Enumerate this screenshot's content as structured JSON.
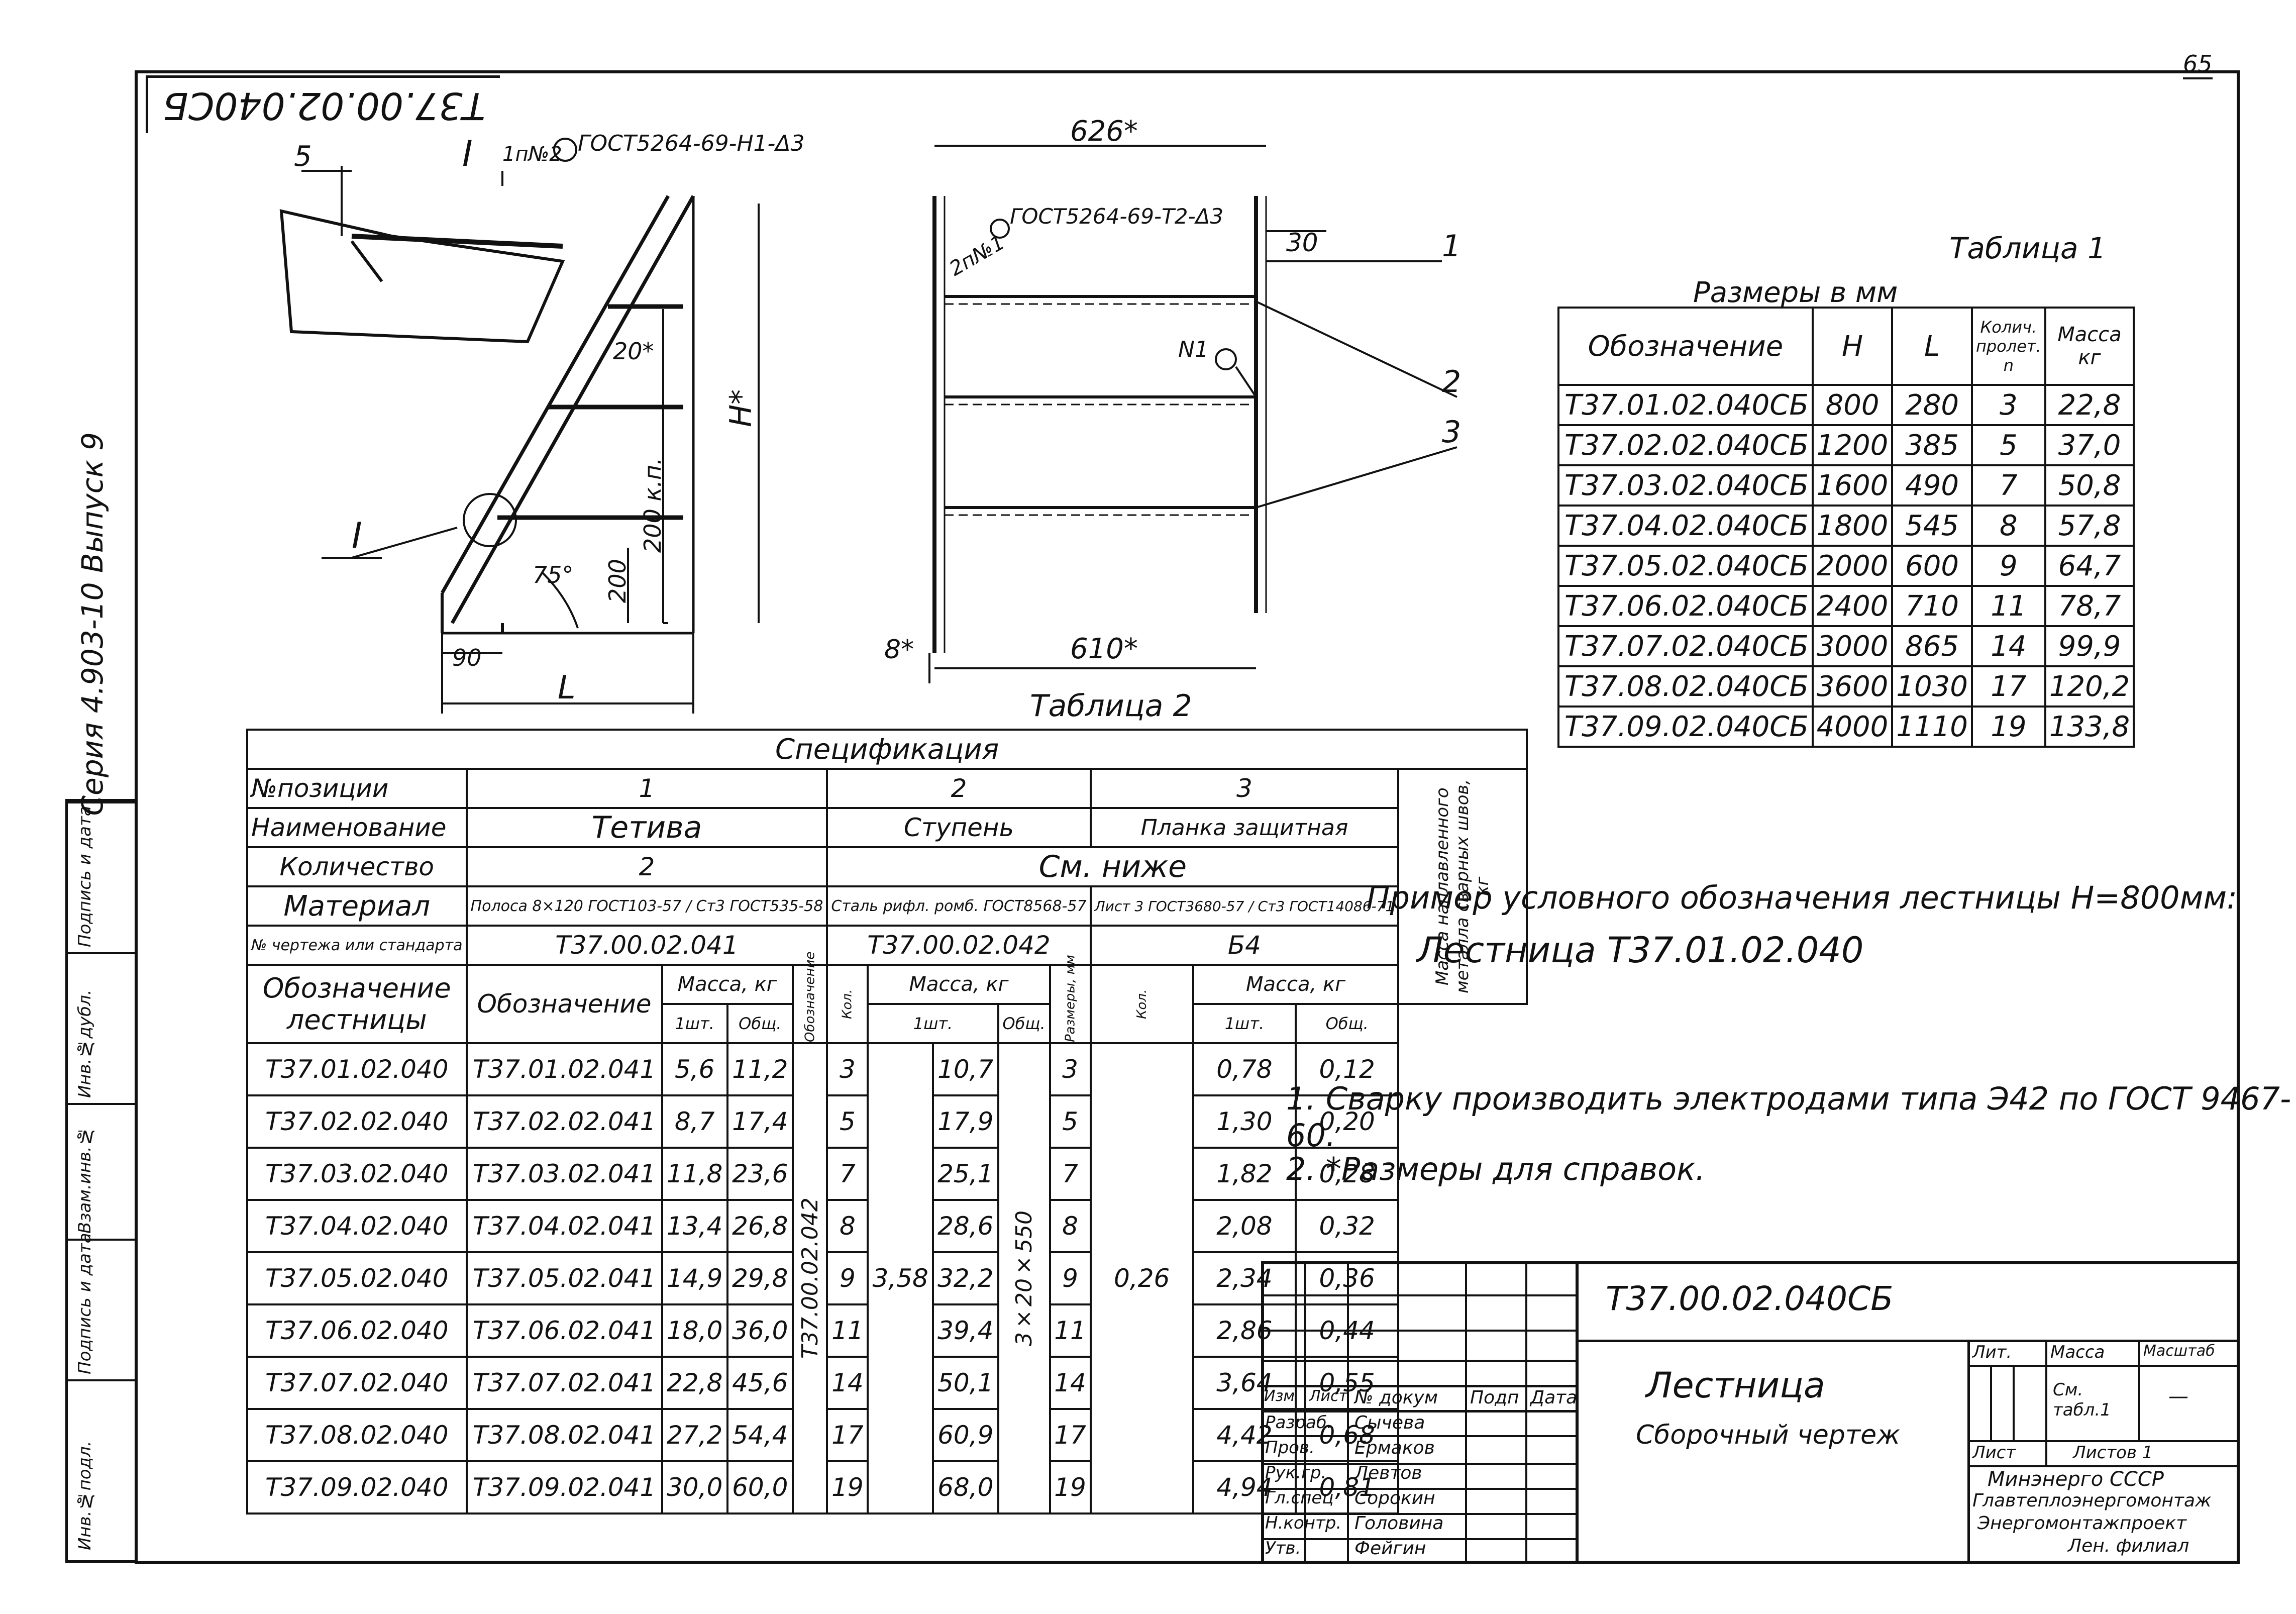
{
  "page_number": "65",
  "top_code": "Т37.00.02.040СБ",
  "series": "Серия 4.903-10 Выпуск 9",
  "left_strip": [
    "Инв.№подл.",
    "Подпись и дата",
    "Взам.инв.№",
    "Инв.№дубл.",
    "Подпись и дата"
  ],
  "drawing": {
    "dim_5": "5",
    "section_I": "I",
    "weld_top": "1п№2",
    "weld_std_top": "ГОСТ5264-69-Н1-Δ3",
    "angle_20": "20*",
    "dim_200_kp": "200 к.п.",
    "dim_H": "Н*",
    "angle_75": "75°",
    "dim_200": "200",
    "dim_90": "90",
    "dim_L": "L",
    "dim_626": "626*",
    "weld_front": "2п№1",
    "weld_std_front": "ГОСТ5264-69-Т2-Δ3",
    "dim_30": "30",
    "pos_N1": "N1",
    "callout_1": "1",
    "callout_2": "2",
    "callout_3": "3",
    "dim_8": "8*",
    "dim_610": "610*"
  },
  "table1": {
    "caption": "Таблица 1",
    "subcaption": "Размеры в мм",
    "headers": [
      "Обозначение",
      "Н",
      "L",
      "Колич. пролет. n",
      "Масса кг"
    ],
    "rows": [
      [
        "Т37.01.02.040СБ",
        "800",
        "280",
        "3",
        "22,8"
      ],
      [
        "Т37.02.02.040СБ",
        "1200",
        "385",
        "5",
        "37,0"
      ],
      [
        "Т37.03.02.040СБ",
        "1600",
        "490",
        "7",
        "50,8"
      ],
      [
        "Т37.04.02.040СБ",
        "1800",
        "545",
        "8",
        "57,8"
      ],
      [
        "Т37.05.02.040СБ",
        "2000",
        "600",
        "9",
        "64,7"
      ],
      [
        "Т37.06.02.040СБ",
        "2400",
        "710",
        "11",
        "78,7"
      ],
      [
        "Т37.07.02.040СБ",
        "3000",
        "865",
        "14",
        "99,9"
      ],
      [
        "Т37.08.02.040СБ",
        "3600",
        "1030",
        "17",
        "120,2"
      ],
      [
        "Т37.09.02.040СБ",
        "4000",
        "1110",
        "19",
        "133,8"
      ]
    ]
  },
  "table2": {
    "caption": "Таблица 2",
    "title": "Спецификация",
    "row_labels": [
      "№позиции",
      "Наименование",
      "Количество",
      "Материал",
      "№ чертежа или стандарта"
    ],
    "positions": [
      "1",
      "2",
      "3"
    ],
    "names": [
      "Тетива",
      "Ступень",
      "Планка защитная"
    ],
    "qty": [
      "2",
      "См. ниже"
    ],
    "material": [
      "Полоса 8×120 ГОСТ103-57 / Ст3 ГОСТ535-58",
      "Сталь рифл. ромб. ГОСТ8568-57",
      "Лист 3 ГОСТ3680-57 / Ст3 ГОСТ14086-71"
    ],
    "drawing_no": [
      "Т37.00.02.041",
      "Т37.00.02.042",
      "Б4"
    ],
    "weld_mass_header": "Масса наплавленного металла сварных швов, кг",
    "sub_headers": [
      "Обозначение лестницы",
      "Обозначение",
      "Масса, кг",
      "1шт.",
      "Общ.",
      "Обозначение",
      "Кол.",
      "Масса, кг",
      "1шт.",
      "Общ.",
      "Размеры, мм",
      "Кол.",
      "Масса, кг",
      "1шт.",
      "Общ."
    ],
    "merged_step_code": "Т37.00.02.042",
    "merged_step_mass": "3,58",
    "merged_plank_size": "3×20×550",
    "merged_plank_mass": "0,26",
    "rows": [
      [
        "Т37.01.02.040",
        "Т37.01.02.041",
        "5,6",
        "11,2",
        "3",
        "10,7",
        "3",
        "0,78",
        "0,12"
      ],
      [
        "Т37.02.02.040",
        "Т37.02.02.041",
        "8,7",
        "17,4",
        "5",
        "17,9",
        "5",
        "1,30",
        "0,20"
      ],
      [
        "Т37.03.02.040",
        "Т37.03.02.041",
        "11,8",
        "23,6",
        "7",
        "25,1",
        "7",
        "1,82",
        "0,28"
      ],
      [
        "Т37.04.02.040",
        "Т37.04.02.041",
        "13,4",
        "26,8",
        "8",
        "28,6",
        "8",
        "2,08",
        "0,32"
      ],
      [
        "Т37.05.02.040",
        "Т37.05.02.041",
        "14,9",
        "29,8",
        "9",
        "32,2",
        "9",
        "2,34",
        "0,36"
      ],
      [
        "Т37.06.02.040",
        "Т37.06.02.041",
        "18,0",
        "36,0",
        "11",
        "39,4",
        "11",
        "2,86",
        "0,44"
      ],
      [
        "Т37.07.02.040",
        "Т37.07.02.041",
        "22,8",
        "45,6",
        "14",
        "50,1",
        "14",
        "3,64",
        "0,55"
      ],
      [
        "Т37.08.02.040",
        "Т37.08.02.041",
        "27,2",
        "54,4",
        "17",
        "60,9",
        "17",
        "4,42",
        "0,68"
      ],
      [
        "Т37.09.02.040",
        "Т37.09.02.041",
        "30,0",
        "60,0",
        "19",
        "68,0",
        "19",
        "4,94",
        "0,81"
      ]
    ]
  },
  "example": {
    "line1": "Пример условного обозначения лестницы Н=800мм:",
    "line2": "Лестница Т37.01.02.040"
  },
  "notes": [
    "1. Сварку производить электродами типа Э42 по ГОСТ 9467-60.",
    "2. *Размеры для справок."
  ],
  "title_block": {
    "code": "Т37.00.02.040СБ",
    "name": "Лестница",
    "subtitle": "Сборочный чертеж",
    "col_headers": [
      "Изм",
      "Лист",
      "№ докум",
      "Подп",
      "Дата"
    ],
    "roles": [
      "Разраб.",
      "Пров.",
      "Рук.гр.",
      "Гл.спец",
      "Н.контр.",
      "Утв."
    ],
    "people": [
      "Сычева",
      "Ермаков",
      "Левтов",
      "Сорокин",
      "Головина",
      "Фейгин"
    ],
    "lit": "Лит.",
    "mass": "Масса",
    "scale": "Масштаб",
    "mass_value": "См. табл.1",
    "scale_value": "—",
    "sheet": "Лист",
    "sheets": "Листов 1",
    "org": [
      "Минэнерго СССР",
      "Главтеплоэнергомонтаж",
      "Энергомонтажпроект",
      "Лен. филиал"
    ]
  }
}
